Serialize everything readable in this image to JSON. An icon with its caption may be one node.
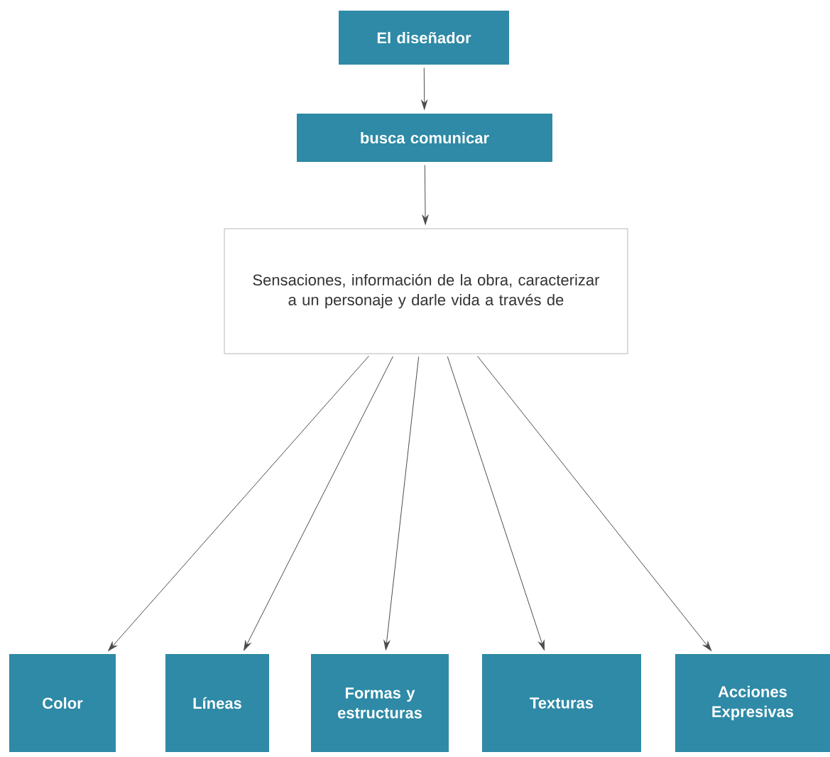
{
  "diagram": {
    "nodes": [
      {
        "text": [
          "El diseñador"
        ]
      },
      {
        "text": [
          "busca comunicar"
        ]
      },
      {
        "text": [
          "Sensaciones, información de la obra, caracterizar a un personaje y darle vida  a través de"
        ]
      },
      {
        "text": [
          "Color"
        ]
      },
      {
        "text": [
          "Líneas"
        ]
      },
      {
        "text": [
          "Formas y estructuras"
        ]
      },
      {
        "text": [
          "Texturas"
        ]
      },
      {
        "text": [
          "Acciones Expresivas"
        ]
      }
    ],
    "edges": [
      {
        "from": 0,
        "to": 1,
        "arrow": "to"
      },
      {
        "from": 1,
        "to": 2,
        "arrow": "to"
      },
      {
        "from": 2,
        "to": 3,
        "arrow": "to"
      },
      {
        "from": 2,
        "to": 4,
        "arrow": "to"
      },
      {
        "from": 2,
        "to": 5,
        "arrow": "to"
      },
      {
        "from": 2,
        "to": 6,
        "arrow": "to"
      },
      {
        "from": 2,
        "to": 7,
        "arrow": "to"
      }
    ]
  }
}
